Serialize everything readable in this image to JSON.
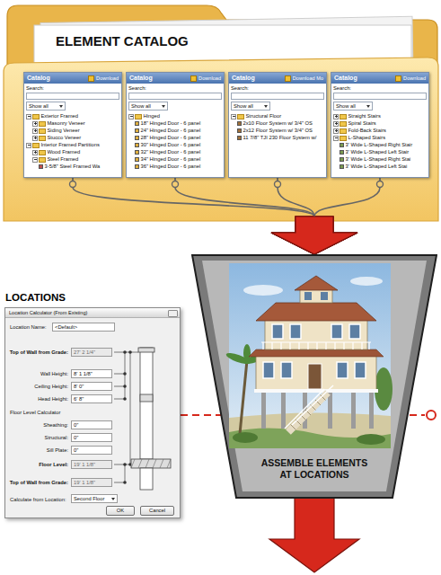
{
  "diagram": {
    "nodes": [
      {
        "text": [
          "ELEMENT CATALOG"
        ]
      },
      {
        "text": [
          "Catalog",
          "Download",
          "Search:",
          "Show all",
          "Exterior Framed",
          "Masonry Veneer",
          "Siding Veneer",
          "Stucco Veneer",
          "Interior Framed Partitions",
          "Wood Framed",
          "Steel Framed",
          "3-5/8\" Steel Framed Wa"
        ],
        "in": 0
      },
      {
        "text": [
          "Catalog",
          "Download",
          "Search:",
          "Show all",
          "Hinged",
          "18\" Hinged Door - 6 panel",
          "24\" Hinged Door - 6 panel",
          "28\" Hinged Door - 6 panel",
          "30\" Hinged Door - 6 panel",
          "32\" Hinged Door - 6 panel",
          "34\" Hinged Door - 6 panel",
          "36\" Hinged Door - 6 panel"
        ],
        "in": 0
      },
      {
        "text": [
          "Catalog",
          "Download Mo",
          "Search:",
          "Show all",
          "Structural Floor",
          "2x10 Floor System w/ 3/4\" OS",
          "2x12 Floor System w/ 3/4\" OS",
          "11 7/8\" TJI 230 Floor System w/"
        ],
        "in": 0
      },
      {
        "text": [
          "Catalog",
          "Download",
          "Search:",
          "Show all",
          "Straight Stairs",
          "Spiral Stairs",
          "Fold-Back Stairs",
          "L-Shaped Stairs",
          "3' Wide L-Shaped Right Stair",
          "3' Wide L-Shaped Left Stair",
          "3' Wide L-Shaped Right Stai",
          "3' Wide L-Shaped Left Stai"
        ],
        "in": 0
      },
      {
        "text": [
          "LOCATIONS",
          "Location Calculator (From Existing)",
          "Location Name:",
          "<Default>",
          "Top of Wall from Grade:",
          "27' 2 1/4\"",
          "Wall Height:",
          "8' 1 1/8\"",
          "Ceiling Height:",
          "8' 0\"",
          "Head Height:",
          "6' 8\"",
          "Floor Level Calculator",
          "Sheathing:",
          "0\"",
          "Structural:",
          "0\"",
          "Sill Plate:",
          "0\"",
          "Floor Level:",
          "19' 1 1/8\"",
          "Top of Wall from Grade:",
          "19' 1 1/8\"",
          "Calculate from Location:",
          "Second Floor",
          "OK",
          "Cancel"
        ]
      },
      {
        "text": [
          "ASSEMBLE ELEMENTS AT LOCATIONS"
        ]
      }
    ],
    "edges": [
      {
        "from": 1,
        "to": 6,
        "arrow": "to"
      },
      {
        "from": 2,
        "to": 6,
        "arrow": "to"
      },
      {
        "from": 3,
        "to": 6,
        "arrow": "to"
      },
      {
        "from": 4,
        "to": 6,
        "arrow": "to"
      },
      {
        "from": 5,
        "to": 6,
        "arrow": "none"
      }
    ]
  }
}
